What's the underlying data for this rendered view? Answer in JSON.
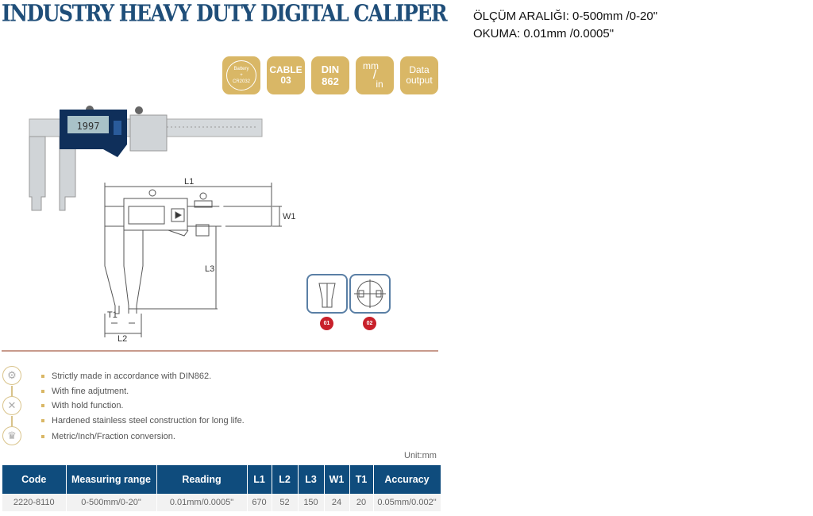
{
  "title": "INDUSTRY HEAVY DUTY DIGITAL CALIPER",
  "specs": {
    "range": "ÖLÇÜM ARALIĞI:  0-500mm /0-20\"",
    "reading": "OKUMA:  0.01mm /0.0005\""
  },
  "badges": {
    "battery": {
      "top": "Battery",
      "mid": "+",
      "bottom": "CR2032"
    },
    "cable": {
      "l1": "CABLE",
      "l2": "03"
    },
    "din": {
      "l1": "DIN",
      "l2": "862"
    },
    "unit": {
      "l1": "mm",
      "l2": "in"
    },
    "data": {
      "l1": "Data",
      "l2": "output"
    }
  },
  "diagram": {
    "L1": "L1",
    "L2": "L2",
    "L3": "L3",
    "W1": "W1",
    "T1": "T1",
    "tip1": "01",
    "tip2": "02"
  },
  "lcd": "1997",
  "features": [
    "Strictly made in accordance with DIN862.",
    "With fine adjutment.",
    "With hold function.",
    "Hardened stainless steel construction for long life.",
    "Metric/Inch/Fraction conversion."
  ],
  "unit": "Unit:mm",
  "table": {
    "headers": [
      "Code",
      "Measuring range",
      "Reading",
      "L1",
      "L2",
      "L3",
      "W1",
      "T1",
      "Accuracy"
    ],
    "row": [
      "2220-8110",
      "0-500mm/0-20\"",
      "0.01mm/0.0005\"",
      "670",
      "52",
      "150",
      "24",
      "20",
      "0.05mm/0.002\""
    ]
  },
  "colors": {
    "title": "#1f4e79",
    "badge": "#d9b766",
    "table_header": "#0f4c7d",
    "tip_badge": "#c8202a"
  }
}
